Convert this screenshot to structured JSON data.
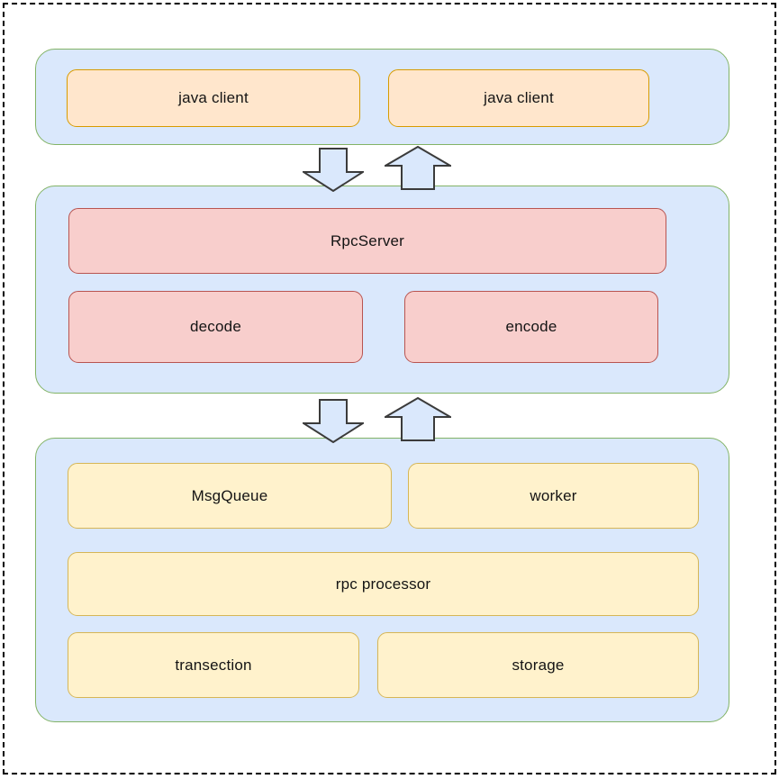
{
  "colors": {
    "layer_fill": "#dae8fc",
    "layer_border": "#82b366",
    "client_fill": "#ffe6cc",
    "client_border": "#d79b00",
    "server_fill": "#f8cecc",
    "server_border": "#b85450",
    "process_fill": "#fff2cc",
    "process_border": "#d6b656",
    "arrow_fill": "#dae8fc",
    "arrow_stroke": "#3b3b3b",
    "frame_border": "#000000",
    "text": "#141414"
  },
  "layers": {
    "client": {
      "boxes": [
        "java client",
        "java client"
      ]
    },
    "server": {
      "boxes": [
        "RpcServer",
        "decode",
        "encode"
      ]
    },
    "process": {
      "boxes": [
        "MsgQueue",
        "worker",
        "rpc processor",
        "transection",
        "storage"
      ]
    }
  },
  "arrows": [
    {
      "direction": "down"
    },
    {
      "direction": "up"
    },
    {
      "direction": "down"
    },
    {
      "direction": "up"
    }
  ]
}
